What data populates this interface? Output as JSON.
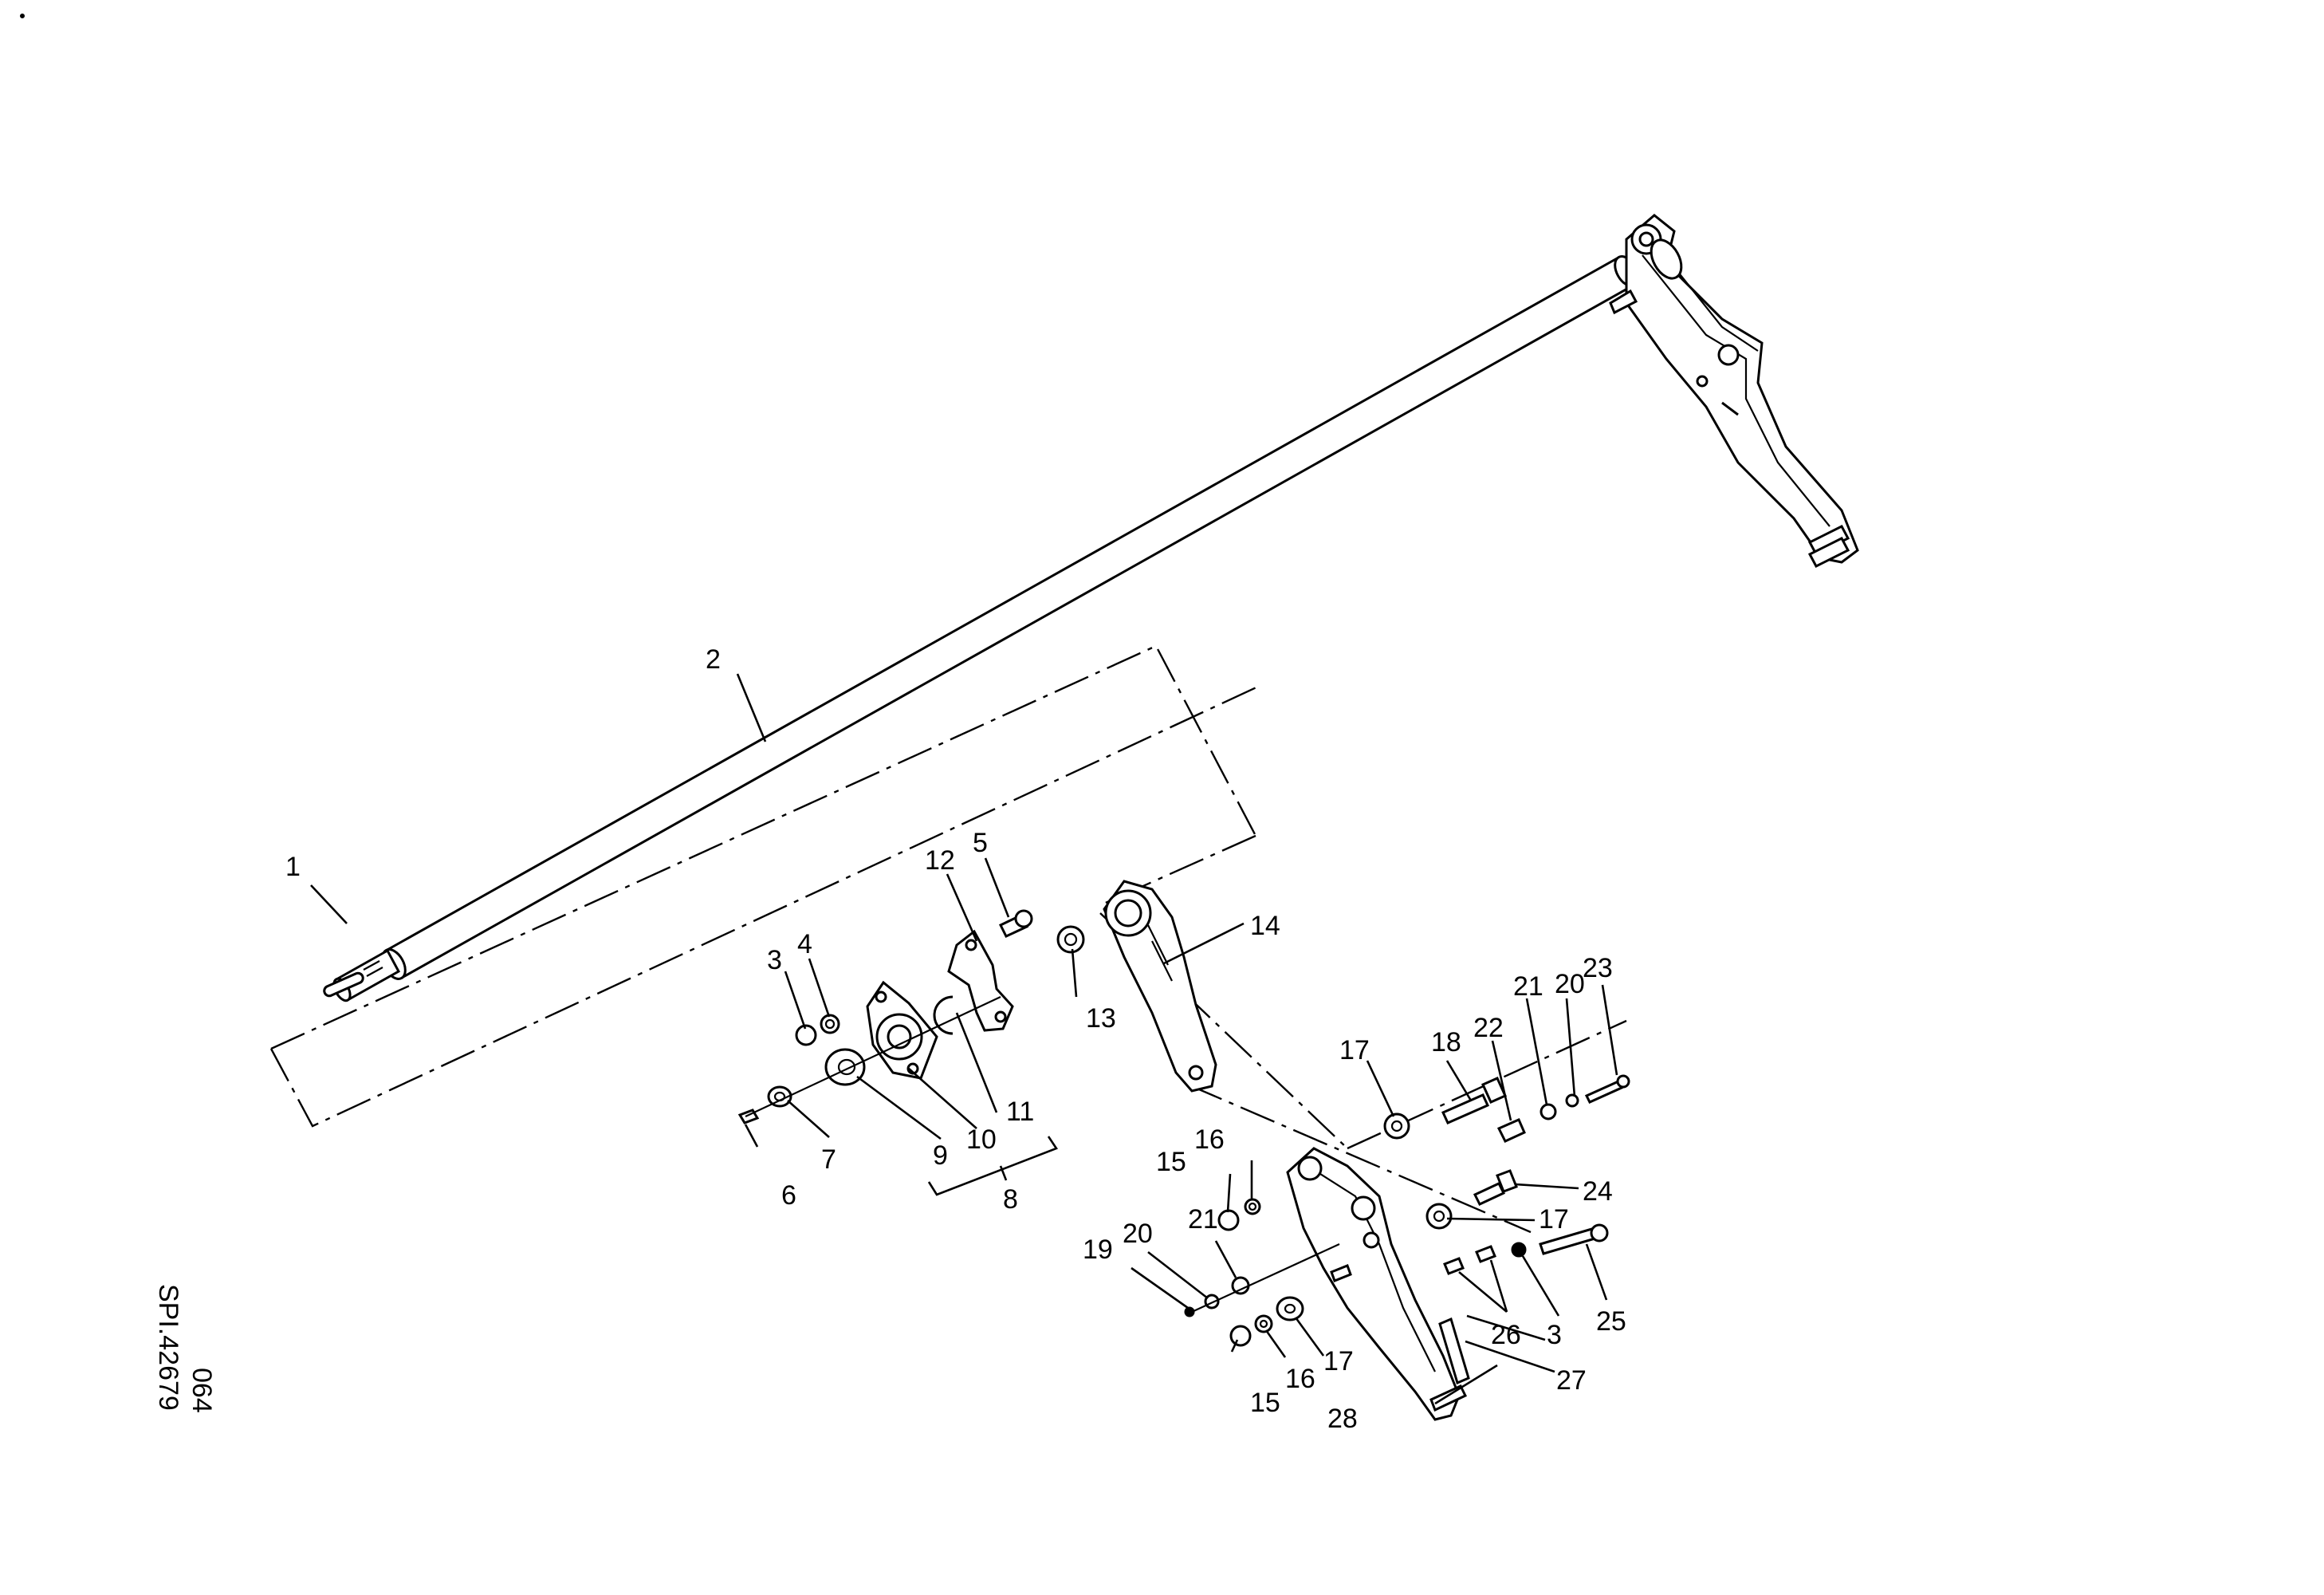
{
  "drawing": {
    "sheet_code": "064",
    "reference": "SPI.42679"
  },
  "callouts": [
    {
      "id": "c1",
      "label": "1"
    },
    {
      "id": "c2",
      "label": "2"
    },
    {
      "id": "c3a",
      "label": "3"
    },
    {
      "id": "c4",
      "label": "4"
    },
    {
      "id": "c5",
      "label": "5"
    },
    {
      "id": "c6",
      "label": "6"
    },
    {
      "id": "c7",
      "label": "7"
    },
    {
      "id": "c8",
      "label": "8"
    },
    {
      "id": "c9",
      "label": "9"
    },
    {
      "id": "c10",
      "label": "10"
    },
    {
      "id": "c11",
      "label": "11"
    },
    {
      "id": "c12",
      "label": "12"
    },
    {
      "id": "c13",
      "label": "13"
    },
    {
      "id": "c14",
      "label": "14"
    },
    {
      "id": "c15a",
      "label": "15"
    },
    {
      "id": "c15b",
      "label": "15"
    },
    {
      "id": "c16a",
      "label": "16"
    },
    {
      "id": "c16b",
      "label": "16"
    },
    {
      "id": "c17a",
      "label": "17"
    },
    {
      "id": "c17b",
      "label": "17"
    },
    {
      "id": "c17c",
      "label": "17"
    },
    {
      "id": "c18",
      "label": "18"
    },
    {
      "id": "c19",
      "label": "19"
    },
    {
      "id": "c20a",
      "label": "20"
    },
    {
      "id": "c20b",
      "label": "20"
    },
    {
      "id": "c21a",
      "label": "21"
    },
    {
      "id": "c21b",
      "label": "21"
    },
    {
      "id": "c22",
      "label": "22"
    },
    {
      "id": "c23",
      "label": "23"
    },
    {
      "id": "c24",
      "label": "24"
    },
    {
      "id": "c25",
      "label": "25"
    },
    {
      "id": "c26",
      "label": "26"
    },
    {
      "id": "c3b",
      "label": "3"
    },
    {
      "id": "c27",
      "label": "27"
    },
    {
      "id": "c28",
      "label": "28"
    }
  ]
}
